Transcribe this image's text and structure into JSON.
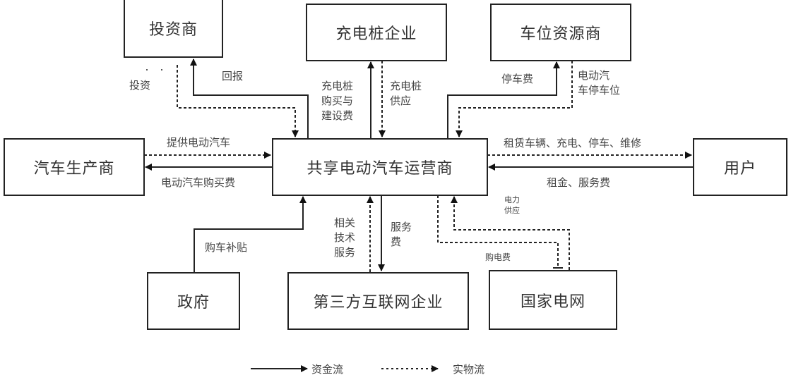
{
  "diagram": {
    "nodes": {
      "investor": "投资商",
      "charging_pile": "充电桩企业",
      "parking": "车位资源商",
      "car_maker": "汽车生产商",
      "operator": "共享电动汽车运营商",
      "user": "用户",
      "government": "政府",
      "internet": "第三方互联网企业",
      "grid": "国家电网"
    },
    "edges": {
      "invest": "投资",
      "return": "回报",
      "pile_purchase": [
        "充电桩",
        "购买与",
        "建设费"
      ],
      "pile_supply": [
        "充电桩",
        "供应"
      ],
      "parking_fee": "停车费",
      "ev_parking": [
        "电动汽",
        "车停车位"
      ],
      "provide_ev": "提供电动汽车",
      "ev_purchase": "电动汽车购买费",
      "rent_services": "租赁车辆、充电、停车、维修",
      "rent_fee": "租金、服务费",
      "subsidy": "购车补贴",
      "tech_service": [
        "相关",
        "技术",
        "服务"
      ],
      "service_fee": [
        "服务",
        "费"
      ],
      "power_supply": [
        "电力",
        "供应"
      ],
      "electricity_fee": "购电费"
    },
    "legend": {
      "money_flow": "资金流",
      "material_flow": "实物流"
    }
  }
}
